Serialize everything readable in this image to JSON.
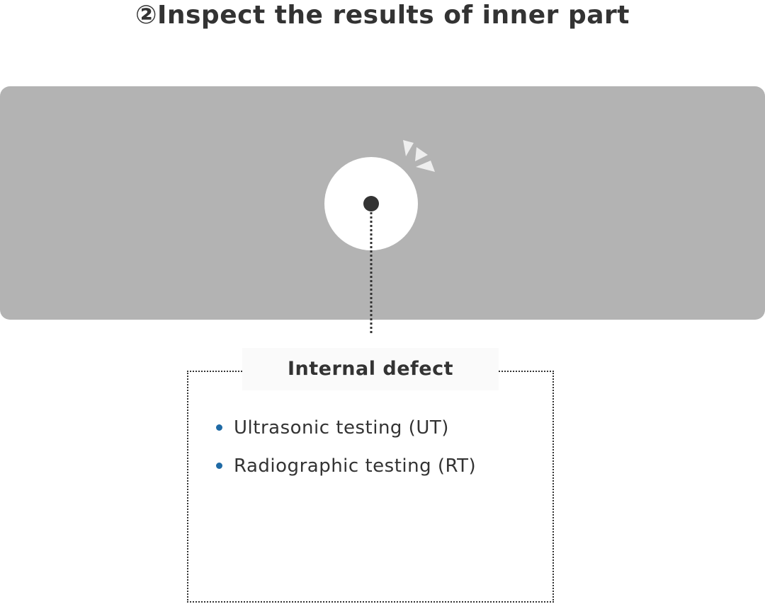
{
  "title": "②Inspect the results of inner part",
  "colors": {
    "panel": "#b3b3b3",
    "disc": "#ffffff",
    "defect_dot": "#333333",
    "sparkle": "#eeeeee",
    "text": "#333333",
    "bullet": "#1f6aa5",
    "label_bg": "#fafafa"
  },
  "callout": {
    "title": "Internal defect",
    "methods": [
      "Ultrasonic testing (UT)",
      "Radiographic testing (RT)"
    ]
  }
}
